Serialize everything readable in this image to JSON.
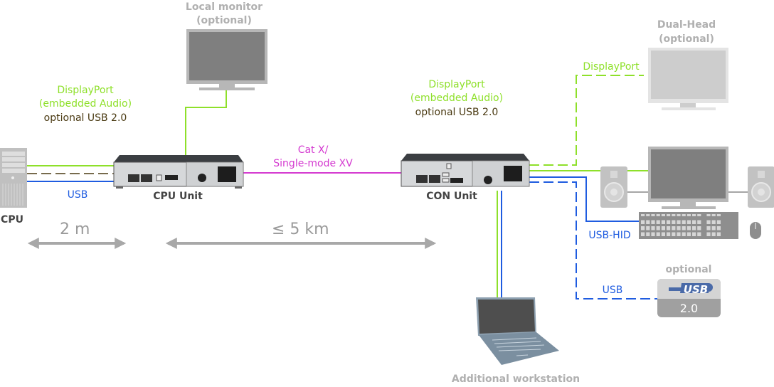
{
  "devices": {
    "cpu": {
      "label": "CPU"
    },
    "cpu_unit": {
      "label": "CPU Unit"
    },
    "con_unit": {
      "label": "CON Unit"
    },
    "local_monitor": {
      "title": "Local monitor",
      "note": "(optional)"
    },
    "dual_head": {
      "title": "Dual-Head",
      "note": "(optional)"
    },
    "workstation": {
      "label": "Additional workstation"
    },
    "usb_device": {
      "note": "optional",
      "logo": "USB",
      "version": "2.0"
    }
  },
  "connections": {
    "cpu_side": {
      "line1": "DisplayPort",
      "line2": "(embedded Audio)",
      "line3": "optional USB 2.0",
      "usb": "USB"
    },
    "link": {
      "line1": "Cat X/",
      "line2": "Single-mode XV"
    },
    "con_side": {
      "line1": "DisplayPort",
      "line2": "(embedded Audio)",
      "line3": "optional USB 2.0"
    },
    "dual_head_dp": "DisplayPort",
    "usb_hid": "USB-HID",
    "usb_opt": "USB"
  },
  "distances": {
    "cpu_to_unit": "2 m",
    "unit_to_unit": "≤ 5 km"
  },
  "colors": {
    "displayport": "#8ee02a",
    "usb": "#1f5ce0",
    "usb_optional": "#4a3a12",
    "link": "#d43ad0",
    "device_gray": "#b9b9b9",
    "screen_gray": "#7f7f7f"
  }
}
